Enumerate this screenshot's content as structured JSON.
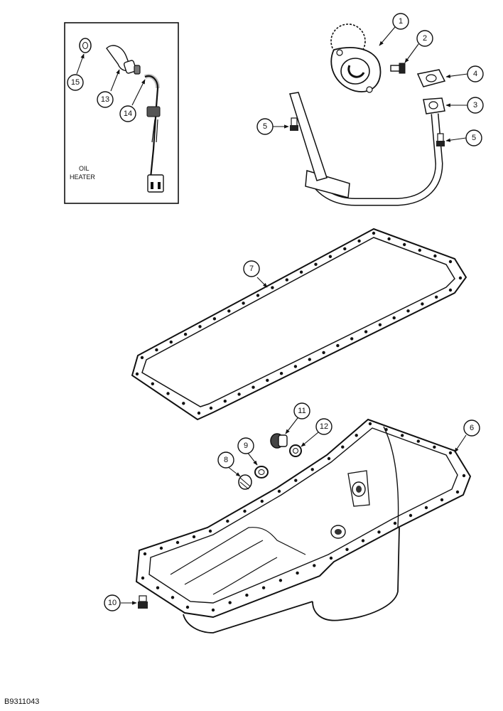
{
  "inset": {
    "caption_line1": "OIL",
    "caption_line2": "HEATER"
  },
  "callouts": [
    {
      "id": "c1",
      "text": "1"
    },
    {
      "id": "c2",
      "text": "2"
    },
    {
      "id": "c4",
      "text": "4"
    },
    {
      "id": "c3",
      "text": "3"
    },
    {
      "id": "c5a",
      "text": "5"
    },
    {
      "id": "c5b",
      "text": "5"
    },
    {
      "id": "c15",
      "text": "15"
    },
    {
      "id": "c13",
      "text": "13"
    },
    {
      "id": "c14",
      "text": "14"
    },
    {
      "id": "c7",
      "text": "7"
    },
    {
      "id": "c11",
      "text": "11"
    },
    {
      "id": "c12",
      "text": "12"
    },
    {
      "id": "c9",
      "text": "9"
    },
    {
      "id": "c8",
      "text": "8"
    },
    {
      "id": "c6",
      "text": "6"
    },
    {
      "id": "c10",
      "text": "10"
    }
  ],
  "footer": {
    "figure_code": "B9311043"
  }
}
